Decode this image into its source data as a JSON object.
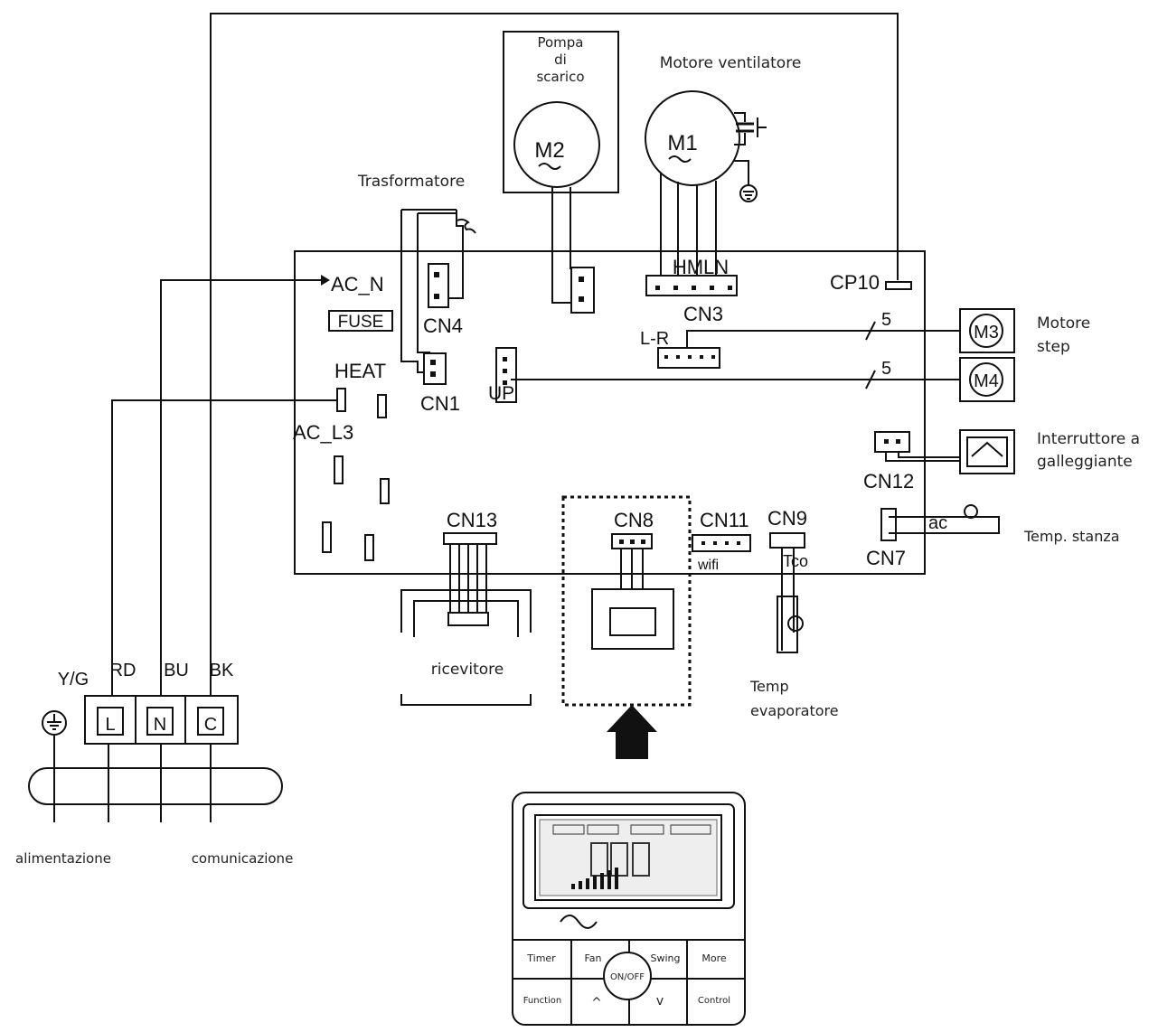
{
  "components": {
    "pump": {
      "title_l1": "Pompa",
      "title_l2": "di",
      "title_l3": "scarico",
      "motor": "M2"
    },
    "fan": {
      "title": "Motore ventilatore",
      "motor": "M1"
    },
    "transformer": "Trasformatore",
    "step_motor": {
      "label_l1": "Motore",
      "label_l2": "step",
      "m3": "M3",
      "m4": "M4"
    },
    "float_switch": {
      "label_l1": "Interruttore a",
      "label_l2": "galleggiante"
    },
    "room_temp": "Temp. stanza",
    "evap_temp": {
      "l1": "Temp",
      "l2": "evaporatore"
    },
    "receiver": "ricevitore"
  },
  "board": {
    "ac_n": "AC_N",
    "fuse": "FUSE",
    "heat": "HEAT",
    "ac_l3": "AC_L3",
    "cn4": "CN4",
    "cn1": "CN1",
    "up": "UP",
    "hmln": "HMLN",
    "cn3": "CN3",
    "cp10": "CP10",
    "lr": "L-R",
    "five_a": "5",
    "five_b": "5",
    "cn12": "CN12",
    "cn7": "CN7",
    "tac": "Tac",
    "cn13": "CN13",
    "cn8": "CN8",
    "cn11": "CN11",
    "wifi": "wifi",
    "cn9": "CN9",
    "tco": "Tco"
  },
  "terminal": {
    "yg": "Y/G",
    "rd": "RD",
    "bu": "BU",
    "bk": "BK",
    "l": "L",
    "n": "N",
    "c": "C",
    "power": "alimentazione",
    "comm": "comunicazione"
  },
  "remote": {
    "timer": "Timer",
    "fan": "Fan",
    "swing": "Swing",
    "more": "More",
    "function": "Function",
    "control": "Control",
    "onoff": "ON/OFF",
    "up": "^",
    "down": "v"
  }
}
